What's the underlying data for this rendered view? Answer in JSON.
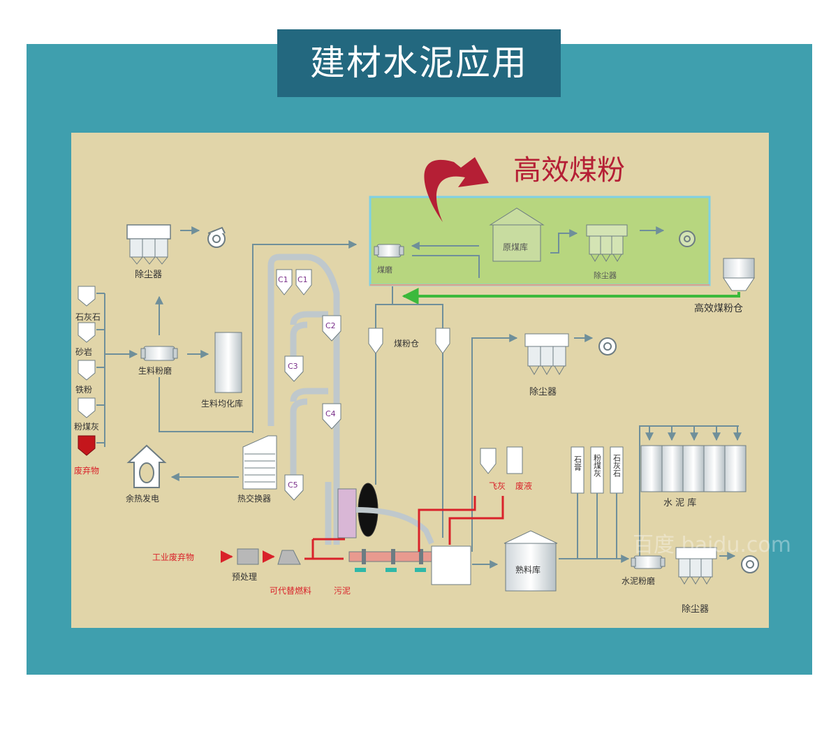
{
  "header": {
    "title": "建材水泥应用"
  },
  "highlight": {
    "label": "高效煤粉"
  },
  "colors": {
    "frame": "#3f9fae",
    "title_bg": "#23687f",
    "panel_bg": "#e1d5a9",
    "highlight_fill": "#b7d67f",
    "highlight_border": "#7fd0e4",
    "accent_red": "#b51f35",
    "flow_green": "#3cb93c",
    "hot_red": "#d9222a"
  },
  "labels": {
    "dust_top": "除尘器",
    "limestone": "石灰石",
    "sandstone": "砂岩",
    "iron_powder": "铁粉",
    "fly_ash_coal": "粉煤灰",
    "waste": "废弃物",
    "raw_mill": "生料粉磨",
    "raw_silo": "生料均化库",
    "waste_heat": "余热发电",
    "heat_exchanger": "热交换器",
    "c1": "C1",
    "c2": "C2",
    "c3": "C3",
    "c4": "C4",
    "c5": "C5",
    "coal_mill": "煤磨",
    "raw_coal_shed": "原煤库",
    "dust_green": "除尘器",
    "hec_silo": "高效煤粉仓",
    "coal_bin": "煤粉仓",
    "dust_mid": "除尘器",
    "fly_ash": "飞灰",
    "waste_liquid": "废液",
    "gypsum": "石膏",
    "fly_ash_col": "粉煤灰",
    "limestone_col": "石灰石",
    "cement_silo": "水 泥 库",
    "industrial_waste": "工业废弃物",
    "pretreat": "预处理",
    "alt_fuel": "可代替燃料",
    "sludge": "污泥",
    "clinker_silo": "熟料库",
    "cement_mill": "水泥粉磨",
    "dust_bottom": "除尘器",
    "watermark": "百度 baidu.com"
  }
}
